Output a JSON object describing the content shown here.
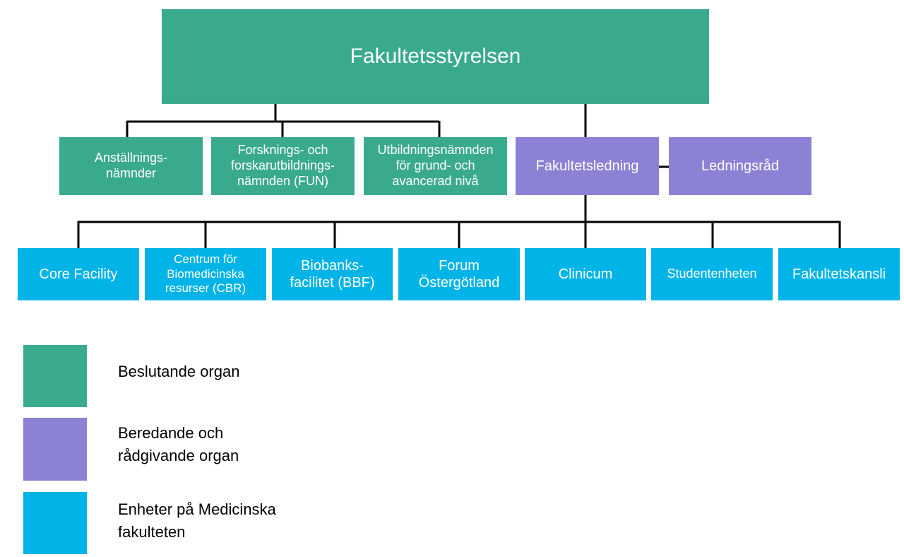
{
  "top": {
    "label": "Fakultetsstyrelsen"
  },
  "committees": [
    {
      "label": "Anställnings-\nnämnder"
    },
    {
      "label": "Forsknings- och\nforskarutbildnings-\nnämnden (FUN)"
    },
    {
      "label": "Utbildningsnämnden\nför grund- och\navancerad nivå"
    }
  ],
  "management": {
    "label": "Fakultetsledning"
  },
  "council": {
    "label": "Ledningsråd"
  },
  "units": [
    {
      "label": "Core Facility"
    },
    {
      "label": "Centrum för\nBiomedicinska\nresurser (CBR)"
    },
    {
      "label": "Biobanks-\nfacilitet (BBF)"
    },
    {
      "label": "Forum\nÖstergötland"
    },
    {
      "label": "Clinicum"
    },
    {
      "label": "Studentenheten"
    },
    {
      "label": "Fakultetskansli"
    }
  ],
  "legend": [
    {
      "label": "Beslutande organ",
      "color": "#3aaa8f"
    },
    {
      "label": "Beredande och\nrådgivande organ",
      "color": "#8b82d6"
    },
    {
      "label": "Enheter på Medicinska\nfakulteten",
      "color": "#00b4e8"
    }
  ],
  "colors": {
    "decision": "#3aaa8f",
    "advisory": "#8b82d6",
    "unit": "#00b4e8",
    "connector": "#000000"
  }
}
